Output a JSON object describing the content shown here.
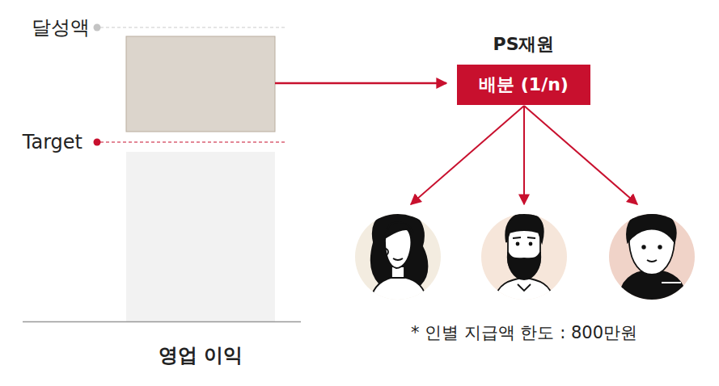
{
  "diagram": {
    "nodes": [
      {
        "text": [
          "PS재원",
          "배분 (1/n)"
        ]
      }
    ],
    "labels": [
      "달성액",
      "Target",
      "영업 이익",
      "* 인별 지급액 한도 : 800만원"
    ]
  }
}
